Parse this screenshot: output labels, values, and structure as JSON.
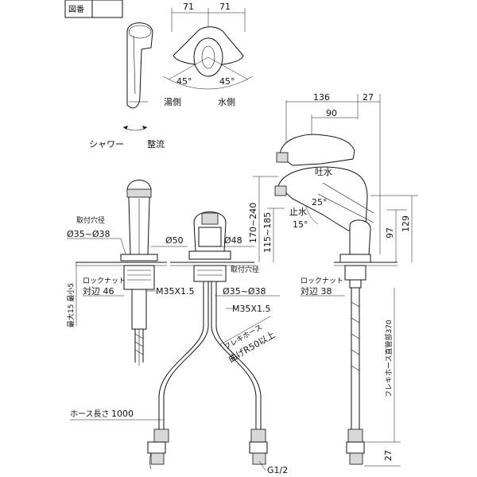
{
  "header": {
    "label": "図番"
  },
  "top_view": {
    "dim_left": "71",
    "dim_right": "71",
    "angle_left": "45°",
    "angle_right": "45°",
    "hot_side": "湯側",
    "cold_side": "水側"
  },
  "side_small": {
    "shower": "シャワー",
    "aerated": "整流"
  },
  "front_view": {
    "mount_hole_label": "取付穴径",
    "mount_hole_value": "Ø35~Ø38",
    "locknut_label": "ロックナット",
    "locknut_value": "対辺 46",
    "max_min": "最大15 最小5",
    "thread_left": "M35X1.5",
    "dia_50": "Ø50",
    "hose_length_label": "ホース長さ",
    "hose_length_value": "1000"
  },
  "middle_view": {
    "dia_48": "Ø48",
    "mount_hole_label": "取付穴径",
    "mount_hole_value": "Ø35~Ø38",
    "thread": "M35X1.5",
    "flex_hose": "フレキホース",
    "bend_radius": "曲げR50以上",
    "g_thread": "G1/2"
  },
  "right_view": {
    "dim_136": "136",
    "dim_27_top": "27",
    "dim_90": "90",
    "spout_label": "吐水",
    "stop_label": "止水",
    "angle_25": "25°",
    "angle_15": "15°",
    "dim_170_240": "170~240",
    "dim_115_185": "115~185",
    "dim_97": "97",
    "dim_129": "129",
    "locknut_label": "ロックナット",
    "locknut_value": "対辺 38",
    "flex_straight": "フレキホース直管部370",
    "dim_27_bottom": "27"
  }
}
